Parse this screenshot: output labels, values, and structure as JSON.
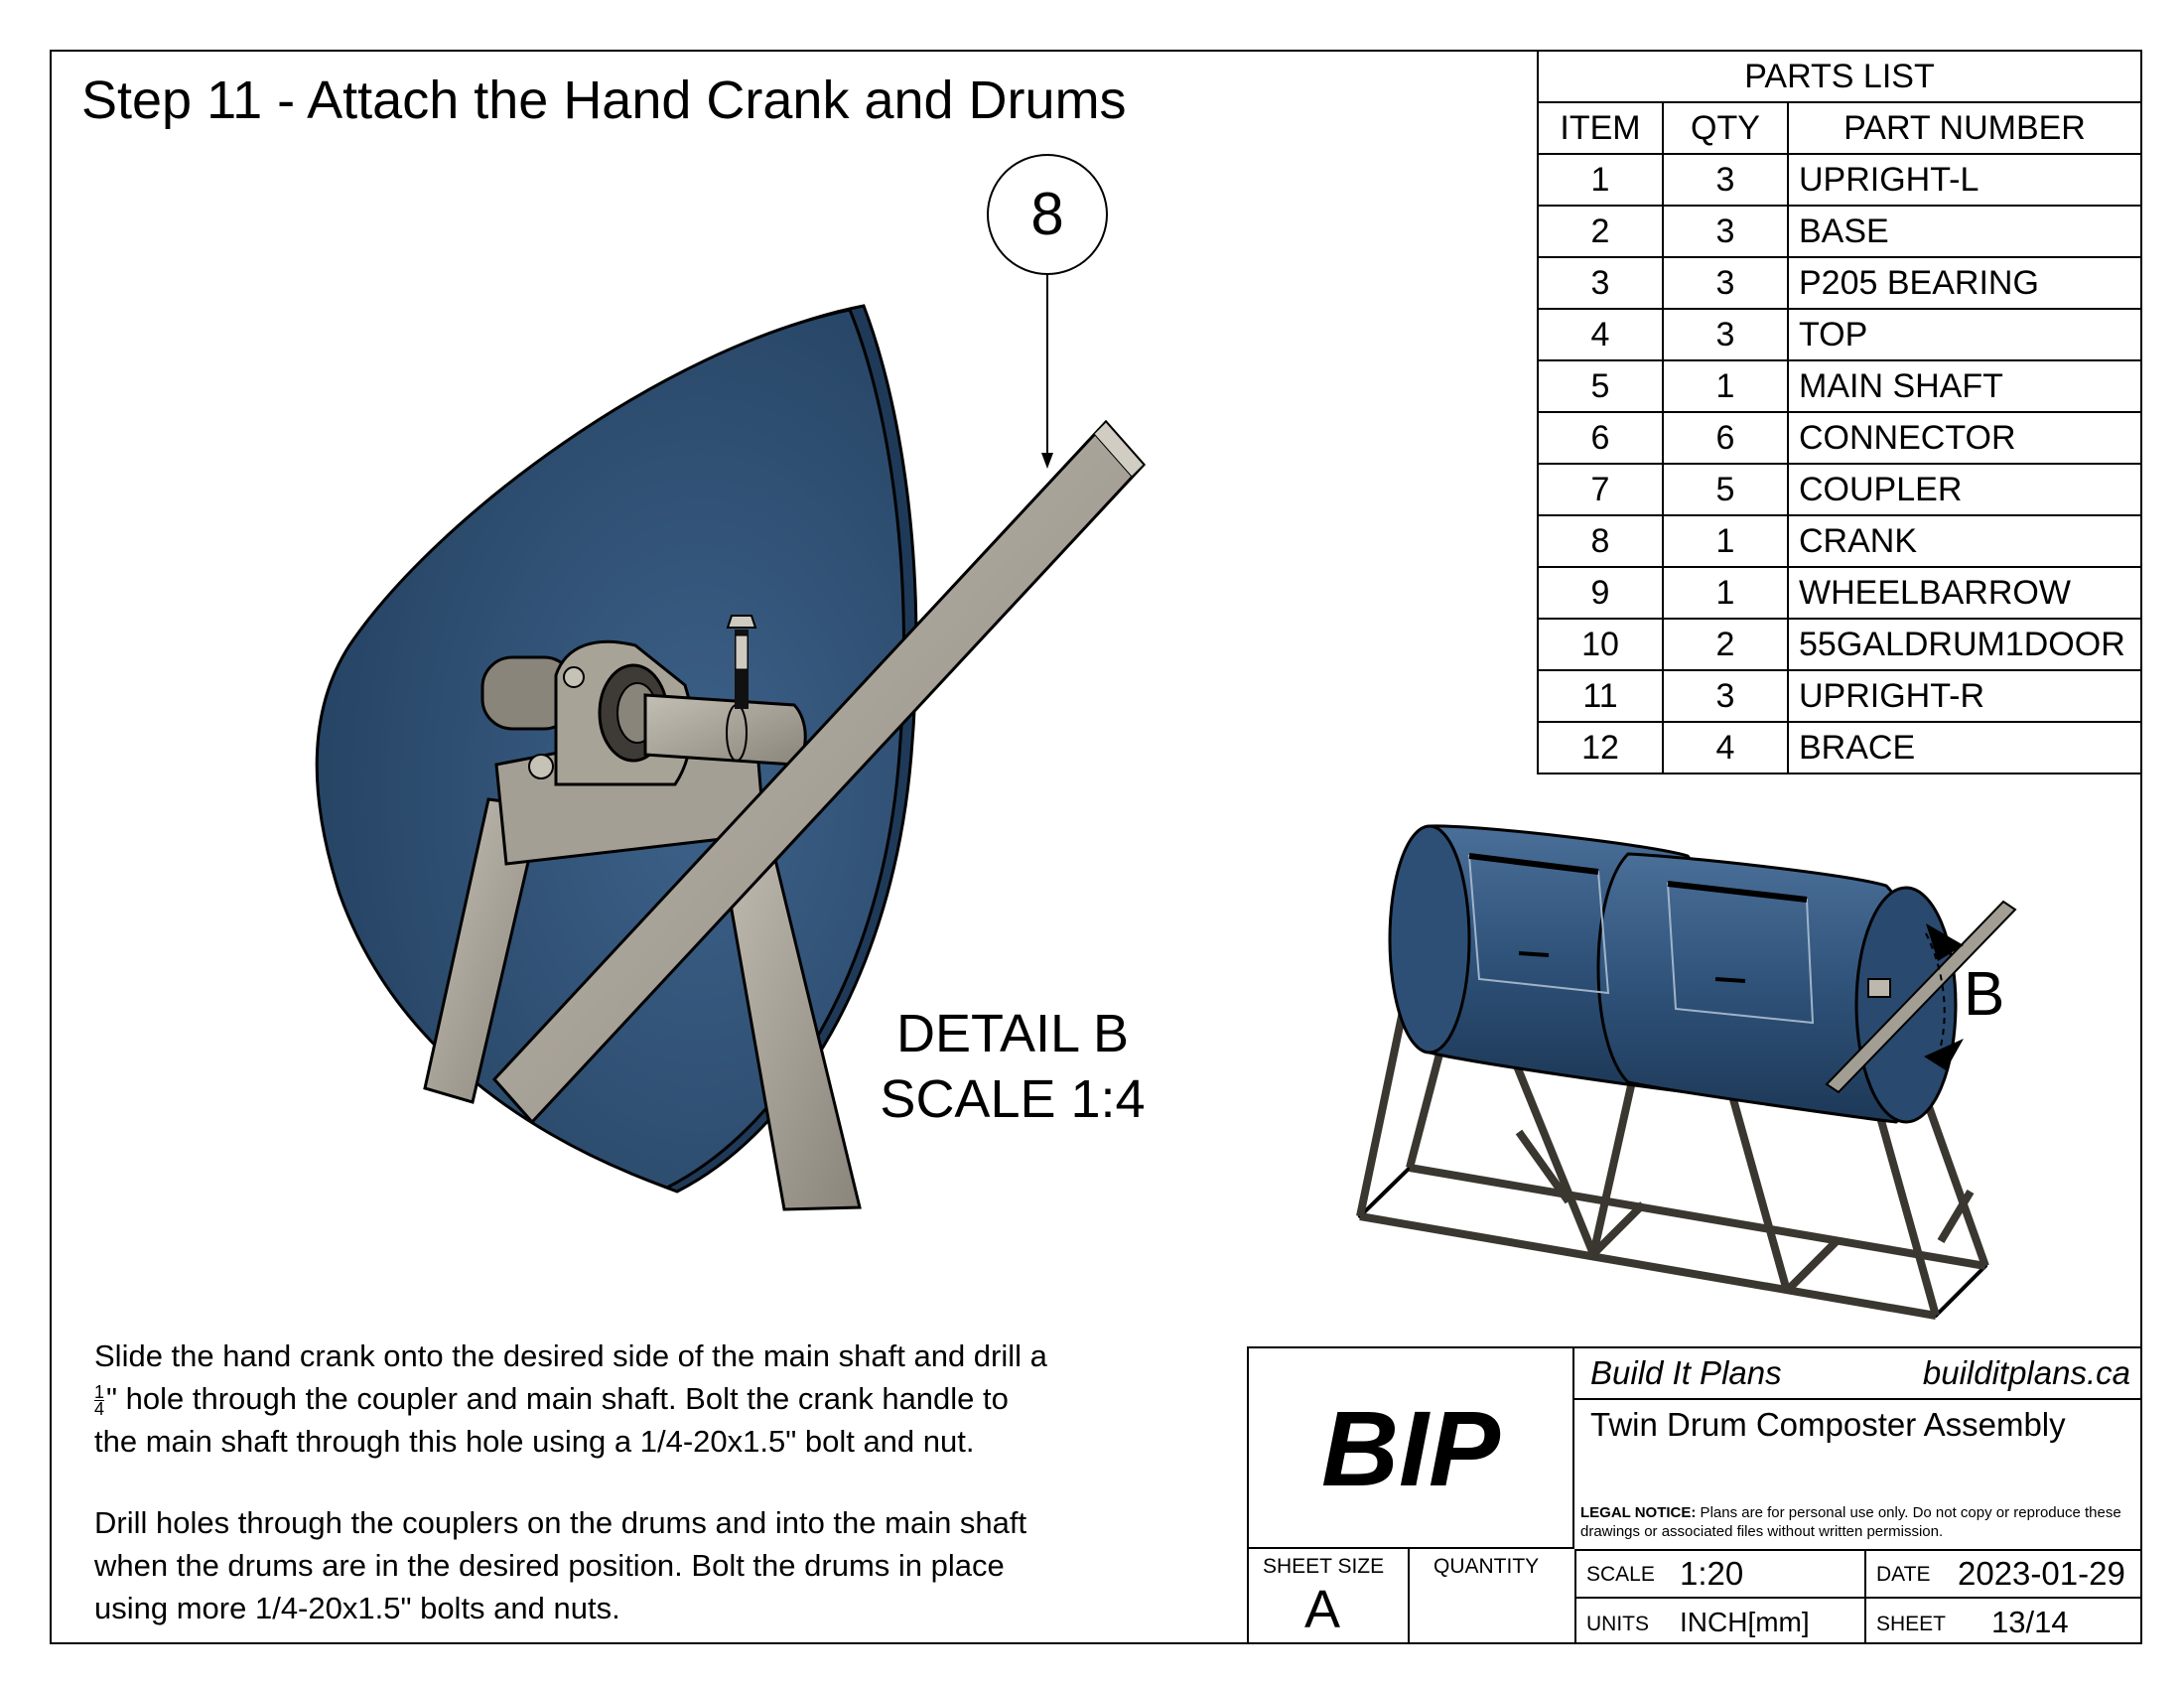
{
  "title": "Step 11 - Attach the Hand Crank and Drums",
  "balloon": "8",
  "detail": {
    "line1": "DETAIL B",
    "line2": "SCALE 1:4"
  },
  "detail_marker": "B",
  "parts_list": {
    "caption": "PARTS LIST",
    "headers": [
      "ITEM",
      "QTY",
      "PART NUMBER"
    ],
    "rows": [
      [
        "1",
        "3",
        "UPRIGHT-L"
      ],
      [
        "2",
        "3",
        "BASE"
      ],
      [
        "3",
        "3",
        "P205 BEARING"
      ],
      [
        "4",
        "3",
        "TOP"
      ],
      [
        "5",
        "1",
        "MAIN SHAFT"
      ],
      [
        "6",
        "6",
        "CONNECTOR"
      ],
      [
        "7",
        "5",
        "COUPLER"
      ],
      [
        "8",
        "1",
        "CRANK"
      ],
      [
        "9",
        "1",
        "WHEELBARROW"
      ],
      [
        "10",
        "2",
        "55GALDRUM1DOOR"
      ],
      [
        "11",
        "3",
        "UPRIGHT-R"
      ],
      [
        "12",
        "4",
        "BRACE"
      ]
    ]
  },
  "instructions": {
    "p1_line1": "Slide the hand crank onto the desired side of the main shaft and drill a",
    "p1_frac_num": "1",
    "p1_frac_den": "4",
    "p1_line2": "\" hole through the coupler and main shaft. Bolt the crank handle to",
    "p1_line3": "the main shaft through this hole using a 1/4-20x1.5\" bolt and nut.",
    "p2_line1": "Drill holes through the couplers on the drums and into the main shaft",
    "p2_line2": "when the drums are in the desired position. Bolt the drums in place",
    "p2_line3": "using more 1/4-20x1.5\" bolts and nuts."
  },
  "title_block": {
    "logo": "BIP",
    "company": "Build It Plans",
    "website": "builditplans.ca",
    "drawing_title": "Twin Drum Composter Assembly",
    "legal_label": "LEGAL NOTICE:",
    "legal_text": " Plans are for personal use only. Do not copy or reproduce these drawings or associated files without written permission.",
    "sheet_size_label": "SHEET SIZE",
    "sheet_size": "A",
    "quantity_label": "QUANTITY",
    "scale_label": "SCALE",
    "scale": "1:20",
    "date_label": "DATE",
    "date": "2023-01-29",
    "units_label": "UNITS",
    "units": "INCH[mm]",
    "sheet_label": "SHEET",
    "sheet": "13/14"
  },
  "colors": {
    "drum": "#2f4f72",
    "steel": "#8f8a80",
    "steel_light": "#b7b2a8"
  }
}
